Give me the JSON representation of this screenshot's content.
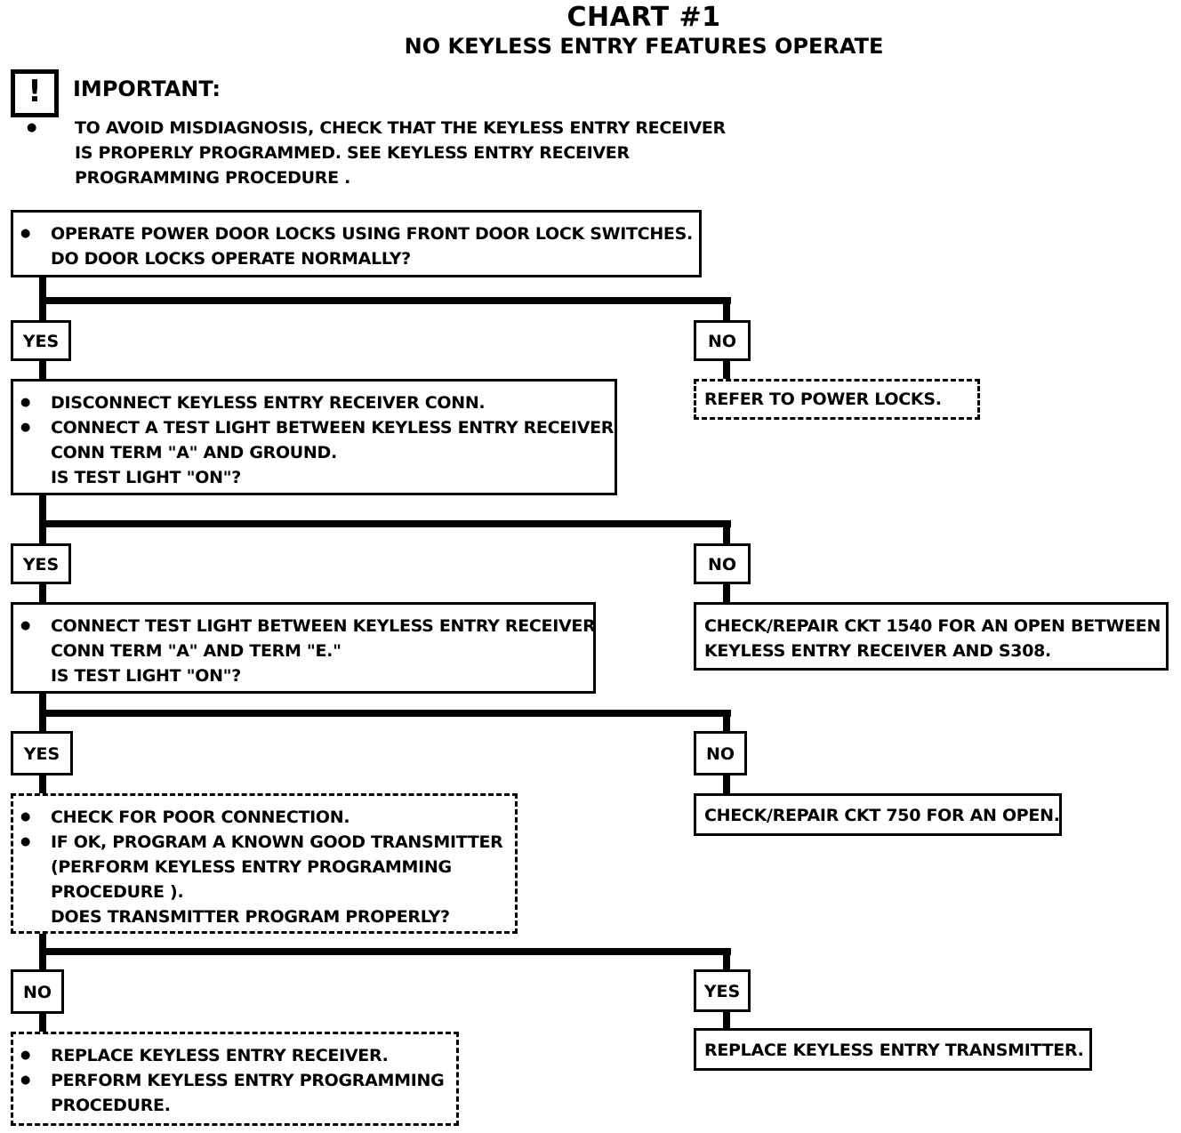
{
  "header": {
    "title": "CHART #1",
    "subtitle": "NO KEYLESS ENTRY FEATURES OPERATE"
  },
  "important": {
    "icon": "exclamation-icon",
    "label": "IMPORTANT:",
    "lines": [
      "TO AVOID MISDIAGNOSIS, CHECK THAT THE KEYLESS ENTRY RECEIVER",
      "IS PROPERLY PROGRAMMED.  SEE KEYLESS ENTRY RECEIVER",
      "PROGRAMMING PROCEDURE ."
    ]
  },
  "steps": {
    "step1": {
      "lines": [
        "OPERATE POWER DOOR LOCKS USING FRONT DOOR LOCK SWITCHES.",
        "DO DOOR LOCKS OPERATE NORMALLY?"
      ]
    },
    "step2": {
      "lines": [
        "DISCONNECT KEYLESS ENTRY RECEIVER CONN.",
        "CONNECT A TEST LIGHT BETWEEN KEYLESS ENTRY RECEIVER",
        "CONN TERM \"A\" AND GROUND.",
        "IS TEST LIGHT \"ON\"?"
      ]
    },
    "step2_no": {
      "lines": [
        "REFER TO POWER LOCKS."
      ]
    },
    "step3": {
      "lines": [
        "CONNECT TEST LIGHT BETWEEN KEYLESS ENTRY RECEIVER",
        "CONN TERM \"A\" AND TERM \"E.\"",
        "IS TEST LIGHT \"ON\"?"
      ]
    },
    "step3_no": {
      "lines": [
        "CHECK/REPAIR CKT 1540 FOR AN OPEN BETWEEN",
        "KEYLESS ENTRY RECEIVER AND S308."
      ]
    },
    "step4": {
      "lines": [
        "CHECK FOR POOR CONNECTION.",
        "IF OK, PROGRAM A KNOWN GOOD TRANSMITTER",
        "(PERFORM KEYLESS ENTRY PROGRAMMING",
        "PROCEDURE ).",
        "DOES TRANSMITTER PROGRAM PROPERLY?"
      ]
    },
    "step4_no": {
      "lines": [
        "CHECK/REPAIR CKT 750 FOR AN OPEN."
      ]
    },
    "step5_no": {
      "lines": [
        "REPLACE KEYLESS ENTRY RECEIVER.",
        "PERFORM KEYLESS ENTRY PROGRAMMING",
        "PROCEDURE."
      ]
    },
    "step5_yes": {
      "lines": [
        "REPLACE KEYLESS ENTRY TRANSMITTER."
      ]
    }
  },
  "labels": {
    "yes": "YES",
    "no": "NO"
  }
}
